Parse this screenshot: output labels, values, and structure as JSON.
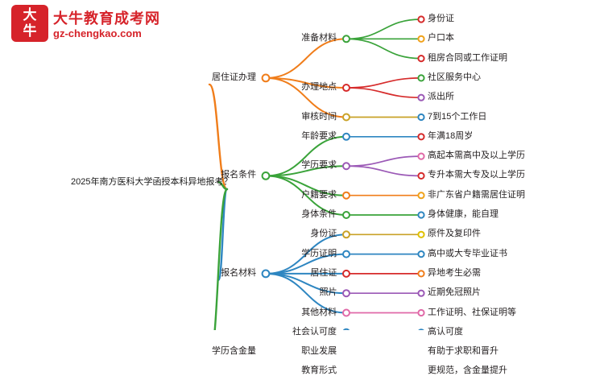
{
  "logo": {
    "badge_line1": "大",
    "badge_line2": "牛",
    "title": "大牛教育成考网",
    "url": "gz-chengkao.com"
  },
  "mindmap": {
    "root": "2025年南方医科大学函授本科异地报考？",
    "branches": [
      {
        "label": "居住证办理",
        "color": "#f07d1a",
        "children": [
          {
            "label": "准备材料",
            "color": "#3aa33a",
            "leaves": [
              {
                "label": "身份证",
                "color": "#d62b2b"
              },
              {
                "label": "户口本",
                "color": "#f0a21a"
              },
              {
                "label": "租房合同或工作证明",
                "color": "#d62b2b"
              }
            ]
          },
          {
            "label": "办理地点",
            "color": "#d62b2b",
            "leaves": [
              {
                "label": "社区服务中心",
                "color": "#3aa33a"
              },
              {
                "label": "派出所",
                "color": "#9b59b6"
              }
            ]
          },
          {
            "label": "审核时间",
            "color": "#c9a227",
            "leaves": [
              {
                "label": "7到15个工作日",
                "color": "#2e86c1"
              }
            ]
          }
        ]
      },
      {
        "label": "报名条件",
        "color": "#3aa33a",
        "children": [
          {
            "label": "年龄要求",
            "color": "#2e86c1",
            "leaves": [
              {
                "label": "年满18周岁",
                "color": "#d62b2b"
              }
            ]
          },
          {
            "label": "学历要求",
            "color": "#9b59b6",
            "leaves": [
              {
                "label": "高起本需高中及以上学历",
                "color": "#e06aa8"
              },
              {
                "label": "专升本需大专及以上学历",
                "color": "#d62b2b"
              }
            ]
          },
          {
            "label": "户籍要求",
            "color": "#f07d1a",
            "leaves": [
              {
                "label": "非广东省户籍需居住证明",
                "color": "#f0a21a"
              }
            ]
          },
          {
            "label": "身体条件",
            "color": "#3aa33a",
            "leaves": [
              {
                "label": "身体健康，能自理",
                "color": "#2e86c1"
              }
            ]
          }
        ]
      },
      {
        "label": "报名材料",
        "color": "#2e86c1",
        "children": [
          {
            "label": "身份证",
            "color": "#c9a227",
            "leaves": [
              {
                "label": "原件及复印件",
                "color": "#e0c000"
              }
            ]
          },
          {
            "label": "学历证明",
            "color": "#2e86c1",
            "leaves": [
              {
                "label": "高中或大专毕业证书",
                "color": "#2e86c1"
              }
            ]
          },
          {
            "label": "居住证",
            "color": "#d62b2b",
            "leaves": [
              {
                "label": "异地考生必需",
                "color": "#f07d1a"
              }
            ]
          },
          {
            "label": "照片",
            "color": "#9b59b6",
            "leaves": [
              {
                "label": "近期免冠照片",
                "color": "#9b59b6"
              }
            ]
          },
          {
            "label": "其他材料",
            "color": "#e06aa8",
            "leaves": [
              {
                "label": "工作证明、社保证明等",
                "color": "#e06aa8"
              }
            ]
          }
        ]
      },
      {
        "label": "学历含金量",
        "color": "#3aa33a",
        "children": [
          {
            "label": "社会认可度",
            "color": "#2e86c1",
            "leaves": [
              {
                "label": "高认可度",
                "color": "#2e86c1"
              }
            ]
          },
          {
            "label": "职业发展",
            "color": "#f07d1a",
            "leaves": [
              {
                "label": "有助于求职和晋升",
                "color": "#f07d1a"
              }
            ]
          },
          {
            "label": "教育形式",
            "color": "#3aa33a",
            "leaves": [
              {
                "label": "更规范，含金量提升",
                "color": "#3aa33a"
              }
            ]
          }
        ]
      }
    ]
  }
}
